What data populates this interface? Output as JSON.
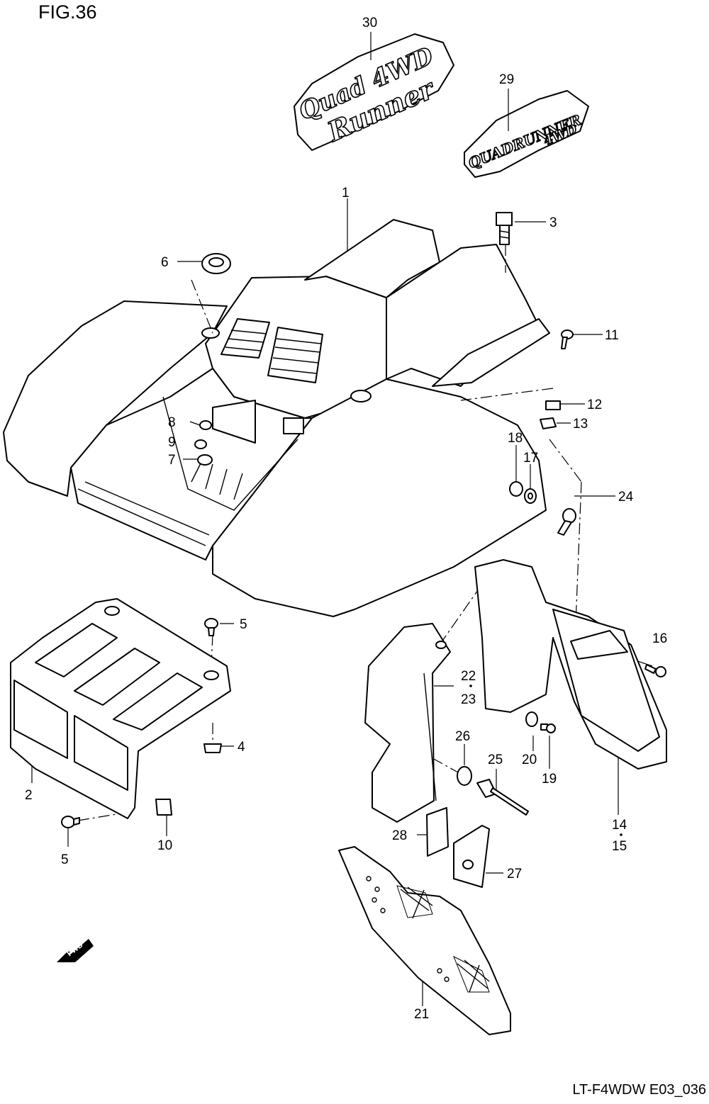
{
  "figure": {
    "title": "FIG.36",
    "model_code": "LT-F4WDW E03_036"
  },
  "fwd_arrow": {
    "label": "FWD"
  },
  "emblems": {
    "part_30": {
      "line1": "Quad 4WD",
      "line2": "Runner"
    },
    "part_29": {
      "line1": "QUADRUNNER",
      "line2": "4WD"
    }
  },
  "callouts": {
    "c1": "1",
    "c2": "2",
    "c3": "3",
    "c4": "4",
    "c5a": "5",
    "c5b": "5",
    "c6": "6",
    "c7": "7",
    "c8": "8",
    "c9": "9",
    "c10": "10",
    "c11": "11",
    "c12": "12",
    "c13": "13",
    "c14": "14",
    "c15": "15",
    "c16": "16",
    "c17": "17",
    "c18": "18",
    "c19": "19",
    "c20": "20",
    "c21": "21",
    "c22": "22",
    "c23": "23",
    "c24": "24",
    "c25": "25",
    "c26": "26",
    "c27": "27",
    "c28": "28",
    "c29": "29",
    "c30": "30"
  }
}
